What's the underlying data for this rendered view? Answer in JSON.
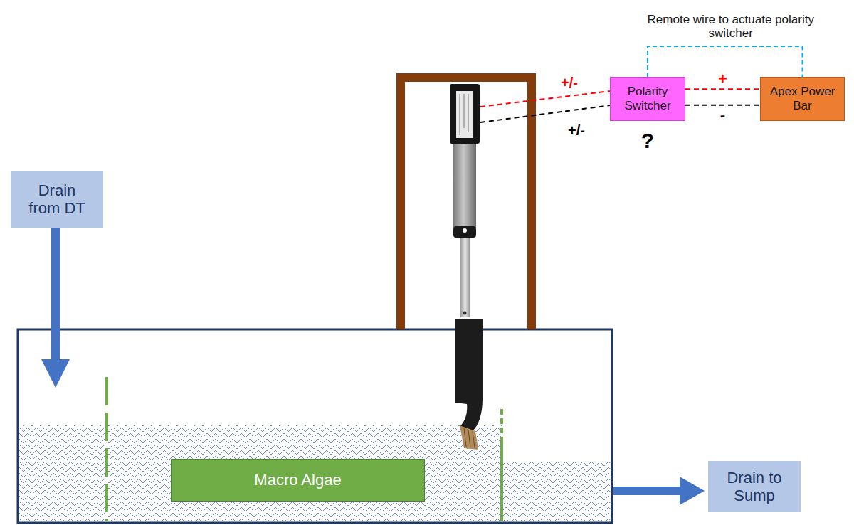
{
  "diagram": {
    "nodes": [
      {
        "text": [
          "Polarity Switcher"
        ]
      },
      {
        "text": [
          "Apex Power Bar"
        ]
      },
      {
        "text": [
          "Drain from DT"
        ]
      },
      {
        "text": [
          "Macro Algae"
        ]
      },
      {
        "text": [
          "Drain to Sump"
        ]
      }
    ],
    "edges": [
      {
        "from": 0,
        "to": 1,
        "arrow": "none",
        "label": "+"
      },
      {
        "from": 0,
        "to": 1,
        "arrow": "none",
        "label": "-"
      },
      {
        "from": 0,
        "to": 1,
        "arrow": "none",
        "label": "Remote wire to actuate polarity switcher"
      }
    ],
    "labels": [
      "+/-",
      "+/-",
      "?"
    ]
  }
}
